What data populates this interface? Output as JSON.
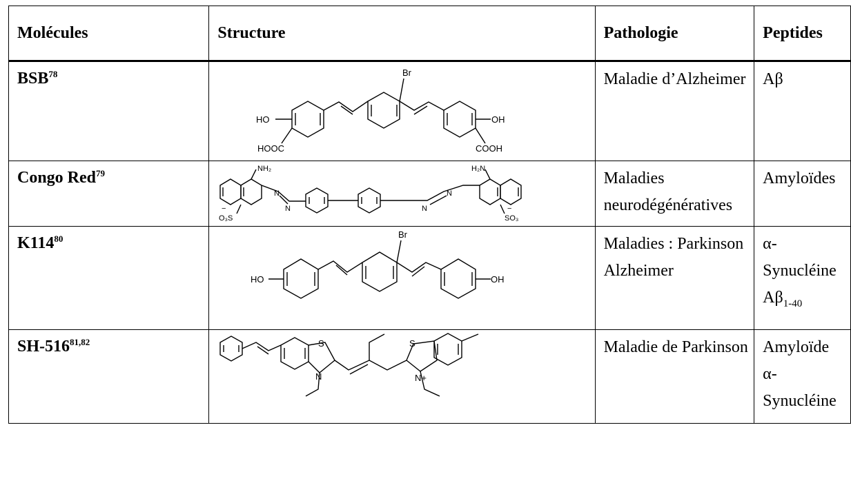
{
  "table": {
    "headers": {
      "molecules": "Molécules",
      "structure": "Structure",
      "pathologie": "Pathologie",
      "peptides": "Peptides"
    },
    "rows": [
      {
        "name": "BSB",
        "ref": "78",
        "structure_labels": {
          "br": "Br",
          "ho": "HO",
          "oh": "OH",
          "hooc": "HOOC",
          "cooh": "COOH"
        },
        "pathologie": [
          "Maladie d’Alzheimer"
        ],
        "peptides": [
          "Aβ"
        ]
      },
      {
        "name": "Congo Red",
        "ref": "79",
        "structure_labels": {
          "nh2_left": "NH₂",
          "nh2_right": "H₂N",
          "so3_left": "O₃S",
          "so3_right": "SO₃",
          "n": "N",
          "minus": "−"
        },
        "pathologie": [
          "Maladies",
          "neurodégénératives"
        ],
        "peptides": [
          "Amyloïdes"
        ]
      },
      {
        "name": "K114",
        "ref": "80",
        "structure_labels": {
          "br": "Br",
          "ho": "HO",
          "oh": "OH"
        },
        "pathologie": [
          "Maladies : Parkinson",
          "Alzheimer"
        ],
        "peptides": [
          "α-Synucléine",
          "Aβ",
          "1-40"
        ]
      },
      {
        "name": "SH-516",
        "ref": "81,82",
        "structure_labels": {
          "s": "S",
          "n": "N",
          "n_plus": "N+"
        },
        "pathologie": [
          "Maladie de Parkinson"
        ],
        "peptides": [
          "Amyloïde",
          "α-Synucléine"
        ]
      }
    ]
  }
}
